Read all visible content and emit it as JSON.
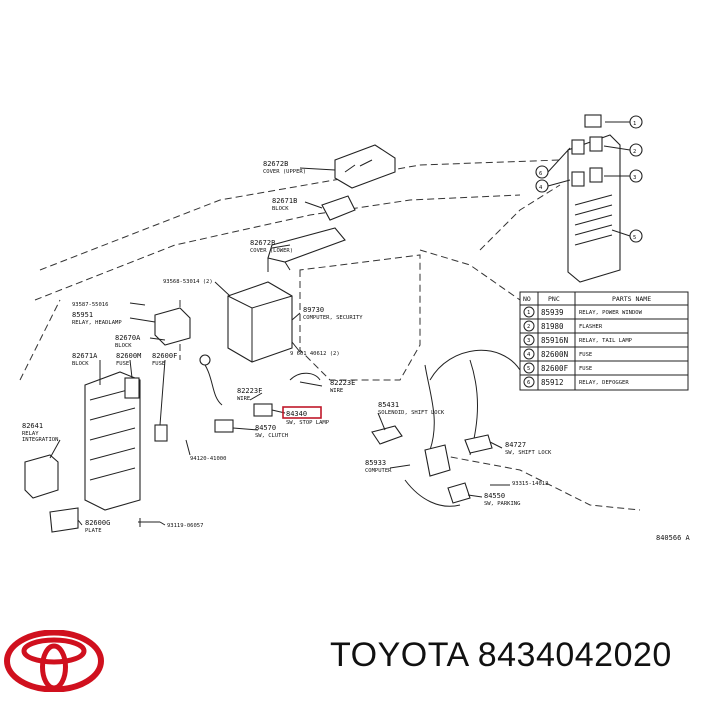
{
  "diagram": {
    "labels": [
      {
        "id": "l1",
        "text": "82672B"
      },
      {
        "id": "l2",
        "text": "COVER (UPPER)"
      },
      {
        "id": "l3",
        "text": "82671B"
      },
      {
        "id": "l4",
        "text": "BLOCK"
      },
      {
        "id": "l5",
        "text": "82672B"
      },
      {
        "id": "l6",
        "text": "COVER (LOWER)"
      },
      {
        "id": "l7",
        "text": "93568-53014 (2)"
      },
      {
        "id": "l8",
        "text": "93587-55016"
      },
      {
        "id": "l9",
        "text": "85951"
      },
      {
        "id": "l10",
        "text": "RELAY, HEADLAMP"
      },
      {
        "id": "l11",
        "text": "82670A"
      },
      {
        "id": "l12",
        "text": "BLOCK"
      },
      {
        "id": "l13",
        "text": "89730"
      },
      {
        "id": "l14",
        "text": "COMPUTER, SECURITY"
      },
      {
        "id": "l15",
        "text": "9 661 40612 (2)"
      },
      {
        "id": "l16",
        "text": "82671A"
      },
      {
        "id": "l17",
        "text": "BLOCK"
      },
      {
        "id": "l18",
        "text": "82600M"
      },
      {
        "id": "l19",
        "text": "FUSE"
      },
      {
        "id": "l20",
        "text": "82600F"
      },
      {
        "id": "l21",
        "text": "FUSE"
      },
      {
        "id": "l22",
        "text": "82223F"
      },
      {
        "id": "l23",
        "text": "WIRE"
      },
      {
        "id": "l24",
        "text": "82223E"
      },
      {
        "id": "l25",
        "text": "WIRE"
      },
      {
        "id": "l26",
        "text": "82641"
      },
      {
        "id": "l27",
        "text": "RELAY"
      },
      {
        "id": "l28",
        "text": "INTEGRATION"
      },
      {
        "id": "l29",
        "text": "84340"
      },
      {
        "id": "l30",
        "text": "SW, STOP LAMP"
      },
      {
        "id": "l31",
        "text": "84570"
      },
      {
        "id": "l32",
        "text": "SW, CLUTCH"
      },
      {
        "id": "l33",
        "text": "94120-41000"
      },
      {
        "id": "l34",
        "text": "85431"
      },
      {
        "id": "l35",
        "text": "SOLENOID, SHIFT LOCK"
      },
      {
        "id": "l36",
        "text": "85933"
      },
      {
        "id": "l37",
        "text": "COMPUTER"
      },
      {
        "id": "l38",
        "text": "84727"
      },
      {
        "id": "l39",
        "text": "SW, SHIFT LOCK"
      },
      {
        "id": "l40",
        "text": "93315-14012"
      },
      {
        "id": "l41",
        "text": "84550"
      },
      {
        "id": "l42",
        "text": "SW, PARKING"
      },
      {
        "id": "l43",
        "text": "82600G"
      },
      {
        "id": "l44",
        "text": "PLATE"
      },
      {
        "id": "l45",
        "text": "93119-06057"
      },
      {
        "id": "l46",
        "text": "840566 A"
      }
    ],
    "callouts": [
      "1",
      "2",
      "3",
      "4",
      "5",
      "6"
    ],
    "table": {
      "headers": [
        "NO",
        "PNC",
        "PARTS NAME"
      ],
      "rows": [
        {
          "no": "1",
          "pnc": "85939",
          "name": "RELAY, POWER WINDOW"
        },
        {
          "no": "2",
          "pnc": "81980",
          "name": "FLASHER"
        },
        {
          "no": "3",
          "pnc": "85916N",
          "name": "RELAY, TAIL LAMP"
        },
        {
          "no": "4",
          "pnc": "82600N",
          "name": "FUSE"
        },
        {
          "no": "5",
          "pnc": "82600F",
          "name": "FUSE"
        },
        {
          "no": "6",
          "pnc": "85912",
          "name": "RELAY, DEFOGGER"
        }
      ]
    },
    "highlight_color": "#c0182a"
  },
  "caption": "TOYOTA 8434042020",
  "logo": {
    "color": "#d0101e"
  }
}
